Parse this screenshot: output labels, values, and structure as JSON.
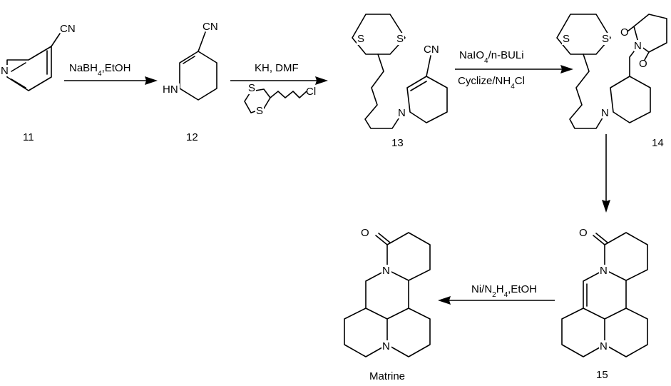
{
  "compounds": {
    "c11": {
      "label": "11",
      "atoms": {
        "cn": "CN",
        "n": "N"
      }
    },
    "c12": {
      "label": "12",
      "atoms": {
        "cn": "CN",
        "nh": "HN"
      }
    },
    "c13": {
      "label": "13",
      "atoms": {
        "cn": "CN",
        "n": "N",
        "s1": "S",
        "s2": "S"
      }
    },
    "c14": {
      "label": "14",
      "atoms": {
        "n": "N",
        "s1": "S",
        "s2": "S",
        "n_imide": "N",
        "o1": "O",
        "o2": "O"
      }
    },
    "c15": {
      "label": "15",
      "atoms": {
        "n1": "N",
        "n2": "N",
        "o": "O"
      }
    },
    "matrine": {
      "label": "Matrine",
      "atoms": {
        "n1": "N",
        "n2": "N",
        "o": "O"
      }
    }
  },
  "reagents": {
    "step1": {
      "base": "NaBH",
      "sub": "4",
      "tail": ",EtOH"
    },
    "step2": {
      "top": "KH, DMF",
      "s1": "S",
      "s2": "S",
      "cl": "Cl"
    },
    "step3": {
      "top_base": "NaIO",
      "top_sub": "4",
      "top_tail": "/n-BULi",
      "bottom_base": "Cyclize/NH",
      "bottom_sub": "4",
      "bottom_tail": "Cl"
    },
    "step5": {
      "t1": "Ni/N",
      "s1": "2",
      "t2": "H",
      "s2": "4",
      "t3": ",EtOH"
    }
  }
}
